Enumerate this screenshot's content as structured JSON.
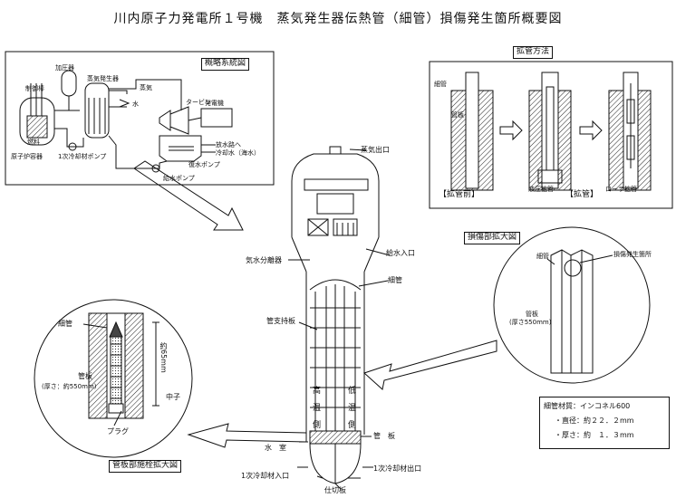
{
  "title": "川内原子力発電所１号機　蒸気発生器伝熱管（細管）損傷発生箇所概要図",
  "system": {
    "label": "概略系統図",
    "pressurizer": "加圧器",
    "control_rod": "制御棒",
    "steam_generator": "蒸気発生器",
    "fuel": "燃料",
    "reactor_vessel": "原子炉容器",
    "primary_pump": "1次冷却材ポンプ",
    "steam": "蒸気",
    "water": "水",
    "turbine": "タービン",
    "generator": "発電機",
    "to_outlet": "放水路へ",
    "cooling_water": "冷却水（海水）",
    "condensate_pump": "復水ポンプ",
    "feed_pump": "給水ポンプ"
  },
  "expansion": {
    "label": "拡管方法",
    "tube": "細管",
    "tube_plate": "管板",
    "before": "【拡管前】",
    "hydraulic": "液圧拡管",
    "expanded": "【拡管】",
    "roller": "ローラ拡管",
    "arrow": "⇨"
  },
  "sg": {
    "steam_outlet": "蒸気出口",
    "separator": "気水分離器",
    "feed_inlet": "給水入口",
    "tube": "細管",
    "support_plate": "管支持板",
    "hot_side": [
      "高",
      "温",
      "側"
    ],
    "cold_side": [
      "低",
      "温",
      "側"
    ],
    "water_chamber": "水　室",
    "tube_plate": "管　板",
    "inlet": "1次冷却材入口",
    "outlet": "1次冷却材出口",
    "divider": "仕切板"
  },
  "damage": {
    "label": "損傷部拡大図",
    "tube": "細管",
    "location": "損傷発生箇所",
    "plate": "管板",
    "plate_thickness": "(厚さ550mm)"
  },
  "plug": {
    "label": "管板部施栓拡大図",
    "tube": "細管",
    "plate": "管板",
    "plate_thickness": "(厚さ：約550mm)",
    "core": "中子",
    "plug": "プラグ",
    "dimension": "約65mm"
  },
  "material": {
    "line1": "細管材質：インコネル600",
    "line2": "・直径：約２２．２mm",
    "line3": "・厚さ：約　１．３mm"
  }
}
